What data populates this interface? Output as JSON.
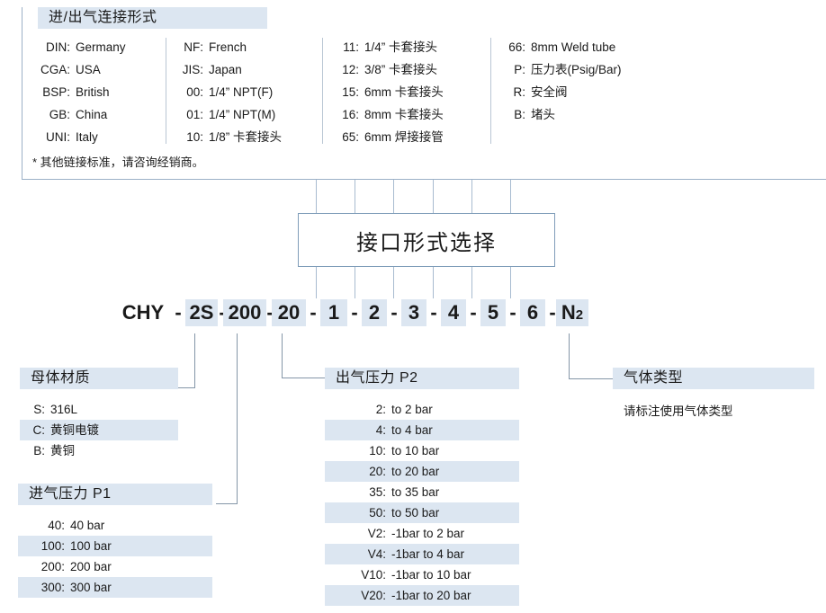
{
  "top_panel": {
    "title": "进/出气连接形式",
    "note": "* 其他链接标准，请咨询经销商。",
    "columns": [
      {
        "name": "standards",
        "items": [
          {
            "code": "DIN:",
            "desc": "Germany"
          },
          {
            "code": "CGA:",
            "desc": "USA"
          },
          {
            "code": "BSP:",
            "desc": "British"
          },
          {
            "code": "GB:",
            "desc": "China"
          },
          {
            "code": "UNI:",
            "desc": "Italy"
          }
        ]
      },
      {
        "name": "threads",
        "items": [
          {
            "code": "NF:",
            "desc": "French"
          },
          {
            "code": "JIS:",
            "desc": "Japan"
          },
          {
            "code": "00:",
            "desc": "1/4” NPT(F)"
          },
          {
            "code": "01:",
            "desc": "1/4” NPT(M)"
          },
          {
            "code": "10:",
            "desc": "1/8” 卡套接头"
          }
        ]
      },
      {
        "name": "ferrules",
        "items": [
          {
            "code": "11:",
            "desc": "1/4” 卡套接头"
          },
          {
            "code": "12:",
            "desc": "3/8” 卡套接头"
          },
          {
            "code": "15:",
            "desc": "6mm 卡套接头"
          },
          {
            "code": "16:",
            "desc": "8mm 卡套接头"
          },
          {
            "code": "65:",
            "desc": "6mm 焊接接管"
          }
        ]
      },
      {
        "name": "accessories",
        "items": [
          {
            "code": "66:",
            "desc": "8mm Weld tube"
          },
          {
            "code": "P:",
            "desc": "压力表(Psig/Bar)"
          },
          {
            "code": "R:",
            "desc": "安全阀"
          },
          {
            "code": "B:",
            "desc": "堵头"
          }
        ]
      }
    ]
  },
  "interface_box": {
    "label": "接口形式选择"
  },
  "product_code": {
    "segments": [
      {
        "text": "CHY",
        "highlight": false
      },
      {
        "text": "2S",
        "highlight": true
      },
      {
        "text": "200",
        "highlight": true
      },
      {
        "text": "20",
        "highlight": true
      },
      {
        "text": "1",
        "highlight": true
      },
      {
        "text": "2",
        "highlight": true
      },
      {
        "text": "3",
        "highlight": true
      },
      {
        "text": "4",
        "highlight": true
      },
      {
        "text": "5",
        "highlight": true
      },
      {
        "text": "6",
        "highlight": true
      },
      {
        "text": "N",
        "sub": "2",
        "highlight": true
      }
    ],
    "separator": "-"
  },
  "body_material": {
    "title": "母体材质",
    "items": [
      {
        "code": "S:",
        "desc": "316L",
        "highlight": false
      },
      {
        "code": "C:",
        "desc": "黄铜电镀",
        "highlight": true
      },
      {
        "code": "B:",
        "desc": "黄铜",
        "highlight": false
      }
    ]
  },
  "inlet_pressure": {
    "title": "进气压力 P1",
    "items": [
      {
        "code": "40:",
        "desc": "40 bar",
        "highlight": false
      },
      {
        "code": "100:",
        "desc": "100 bar",
        "highlight": true
      },
      {
        "code": "200:",
        "desc": "200 bar",
        "highlight": false
      },
      {
        "code": "300:",
        "desc": "300 bar",
        "highlight": true
      }
    ]
  },
  "outlet_pressure": {
    "title": "出气压力 P2",
    "items": [
      {
        "code": "2:",
        "desc": "to 2 bar",
        "highlight": false
      },
      {
        "code": "4:",
        "desc": "to 4 bar",
        "highlight": true
      },
      {
        "code": "10:",
        "desc": "to 10 bar",
        "highlight": false
      },
      {
        "code": "20:",
        "desc": "to 20 bar",
        "highlight": true
      },
      {
        "code": "35:",
        "desc": "to 35 bar",
        "highlight": false
      },
      {
        "code": "50:",
        "desc": "to 50 bar",
        "highlight": true
      },
      {
        "code": "V2:",
        "desc": "-1bar to 2 bar",
        "highlight": false
      },
      {
        "code": "V4:",
        "desc": "-1bar to 4 bar",
        "highlight": true
      },
      {
        "code": "V10:",
        "desc": "-1bar to 10 bar",
        "highlight": false
      },
      {
        "code": "V20:",
        "desc": "-1bar to 20 bar",
        "highlight": true
      }
    ]
  },
  "gas_type": {
    "title": "气体类型",
    "note": "请标注使用气体类型"
  },
  "colors": {
    "highlight": "#dce6f1",
    "box_border": "#7f9db9",
    "connector": "#8496a8",
    "text": "#1a1a1a"
  }
}
